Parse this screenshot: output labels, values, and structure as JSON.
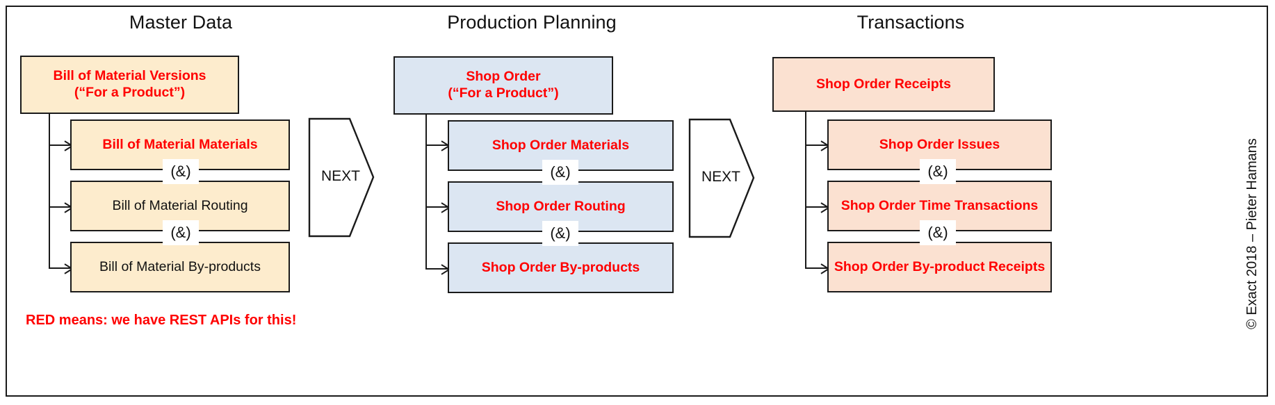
{
  "diagram": {
    "columns": [
      {
        "id": "master-data",
        "title": "Master Data",
        "accent": "#fdeccd",
        "parent": {
          "line1": "Bill of Material Versions",
          "line2": "(“For a Product”)",
          "color": "red"
        },
        "children": [
          {
            "label": "Bill of Material Materials",
            "color": "red"
          },
          {
            "label": "Bill of Material Routing",
            "color": "black"
          },
          {
            "label": "Bill of Material By-products",
            "color": "black"
          }
        ],
        "gates": [
          "(&)",
          "(&)"
        ]
      },
      {
        "id": "production-planning",
        "title": "Production Planning",
        "accent": "#dce6f2",
        "parent": {
          "line1": "Shop Order",
          "line2": "(“For a Product”)",
          "color": "red"
        },
        "children": [
          {
            "label": "Shop Order Materials",
            "color": "red"
          },
          {
            "label": "Shop Order Routing",
            "color": "red"
          },
          {
            "label": "Shop Order By-products",
            "color": "red"
          }
        ],
        "gates": [
          "(&)",
          "(&)"
        ]
      },
      {
        "id": "transactions",
        "title": "Transactions",
        "accent": "#fbe1d1",
        "parent": {
          "line1": "Shop Order Receipts",
          "line2": "",
          "color": "red"
        },
        "children": [
          {
            "label": "Shop Order Issues",
            "color": "red"
          },
          {
            "label": "Shop Order Time Transactions",
            "color": "red"
          },
          {
            "label": "Shop Order By-product Receipts",
            "color": "red"
          }
        ],
        "gates": [
          "(&)",
          "(&)"
        ]
      }
    ],
    "connectors": [
      {
        "label": "NEXT"
      },
      {
        "label": "NEXT"
      }
    ],
    "legend": "RED means: we have REST APIs for this!",
    "copyright": "© Exact 2018 – Pieter Hamans",
    "colors": {
      "red": "#ff0000",
      "black": "#111111",
      "border": "#1a1a1a",
      "master_data_fill": "#fdeccd",
      "production_planning_fill": "#dce6f2",
      "transactions_fill": "#fbe1d1",
      "gate_fill": "#ffffff"
    }
  }
}
